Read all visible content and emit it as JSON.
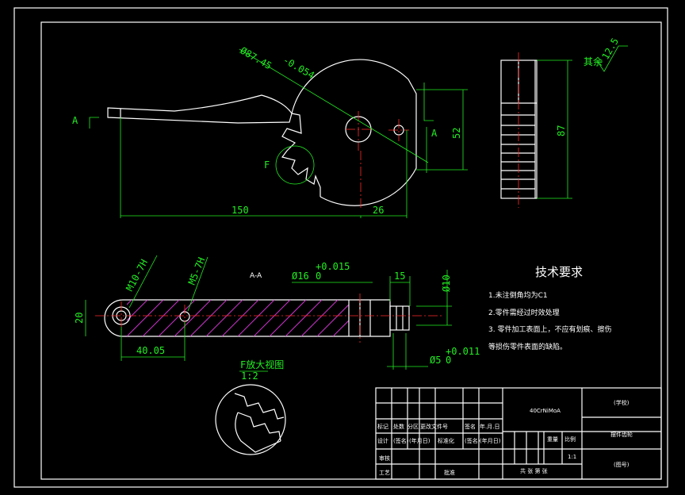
{
  "main_view": {
    "section_mark_left": "A",
    "section_mark_right": "A",
    "detail_mark": "F",
    "dim_diameter": "Ø87.45",
    "dim_diameter_tol": "-0.054",
    "dim_length": "150",
    "dim_offset": "26",
    "dim_height": "52"
  },
  "side_view": {
    "dim_height": "87",
    "roughness_note": "其余",
    "roughness_value": "12.5"
  },
  "section_view": {
    "title": "A-A",
    "dim_bore": "Ø16",
    "dim_bore_tol": "+0.015",
    "dim_bore_tol2": "0",
    "dim_thread1": "M10-7H",
    "dim_thread2": "M5-7H",
    "dim_width": "15",
    "dim_d10": "Ø10",
    "dim_height": "20",
    "dim_spacing": "40.05",
    "dim_small_bore": "Ø5",
    "dim_small_bore_tol": "+0.011",
    "dim_small_bore_tol2": "0"
  },
  "detail_view": {
    "title": "F放大视图",
    "scale": "1:2"
  },
  "tech_requirements": {
    "title": "技术要求",
    "items": [
      "1.未注倒角均为C1",
      "2.零件需经过时效处理",
      "3. 零件加工表面上，不应有划痕、擦伤",
      "等损伤零件表面的缺陷。"
    ]
  },
  "title_block": {
    "material": "40CrNiMoA",
    "school": "(学校)",
    "part_name": "摆件齿轮",
    "drawing_no": "(图号)",
    "scale_value": "1:1",
    "row_header": [
      "标记",
      "处数",
      "分区",
      "更改文件号",
      "签名",
      "年.月.日"
    ],
    "row_design": [
      "设计",
      "(签名)",
      "(年月日)",
      "标准化",
      "(签名)",
      "(年月日)"
    ],
    "row_review": "审核",
    "row_process": "工艺",
    "row_approve": "批准",
    "label_weight": "重量",
    "label_scale": "比例",
    "sheet_text": "共 张 第 张"
  }
}
